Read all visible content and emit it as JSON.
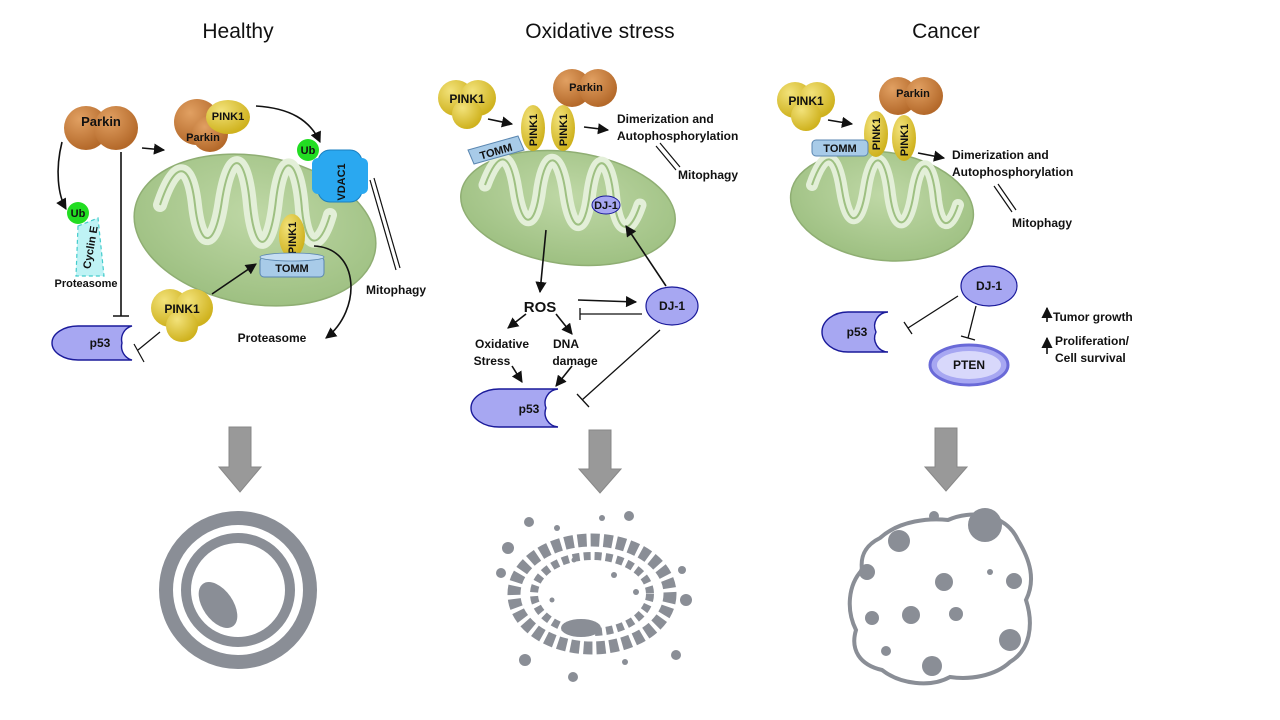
{
  "panels": {
    "healthy": {
      "title": "Healthy",
      "parkin": "Parkin",
      "pink1_top": "PINK1",
      "parkin_small": "Parkin",
      "ub1": "Ub",
      "ub2": "Ub",
      "cyclin": "Cyclin E",
      "vdac": "VDAC1",
      "proteasome_left": "Proteasome",
      "mitophagy": "Mitophagy",
      "pink1_membrane": "PINK1",
      "tomm": "TOMM",
      "pink1_free": "PINK1",
      "p53": "p53",
      "proteasome_bottom": "Proteasome"
    },
    "oxidative": {
      "title": "Oxidative stress",
      "pink1": "PINK1",
      "parkin": "Parkin",
      "pink1_a": "PINK1",
      "pink1_b": "PINK1",
      "tomm": "TOMM",
      "dimer1": "Dimerization and",
      "dimer2": "Autophosphorylation",
      "mitophagy": "Mitophagy",
      "dj1_inner": "DJ-1",
      "ros": "ROS",
      "dj1": "DJ-1",
      "ox1": "Oxidative",
      "ox2": "Stress",
      "dna1": "DNA",
      "dna2": "damage",
      "p53": "p53"
    },
    "cancer": {
      "title": "Cancer",
      "pink1": "PINK1",
      "parkin": "Parkin",
      "pink1_a": "PINK1",
      "pink1_b": "PINK1",
      "tomm": "TOMM",
      "dimer1": "Dimerization and",
      "dimer2": "Autophosphorylation",
      "mitophagy": "Mitophagy",
      "dj1": "DJ-1",
      "p53": "p53",
      "pten": "PTEN",
      "tumor": "Tumor growth",
      "prolif1": "Proliferation/",
      "prolif2": "Cell survival"
    }
  },
  "colors": {
    "mito_outer": "#a9c98f",
    "mito_inner": "#dfecd3",
    "pink1": "#dcc42a",
    "parkin": "#c47a33",
    "p53": "#a7a7f2",
    "ub": "#22dd22",
    "vdac": "#2aa8f0",
    "tomm": "#a8cbe8",
    "cell": "#8a8e96",
    "down_arrow": "#999999"
  }
}
